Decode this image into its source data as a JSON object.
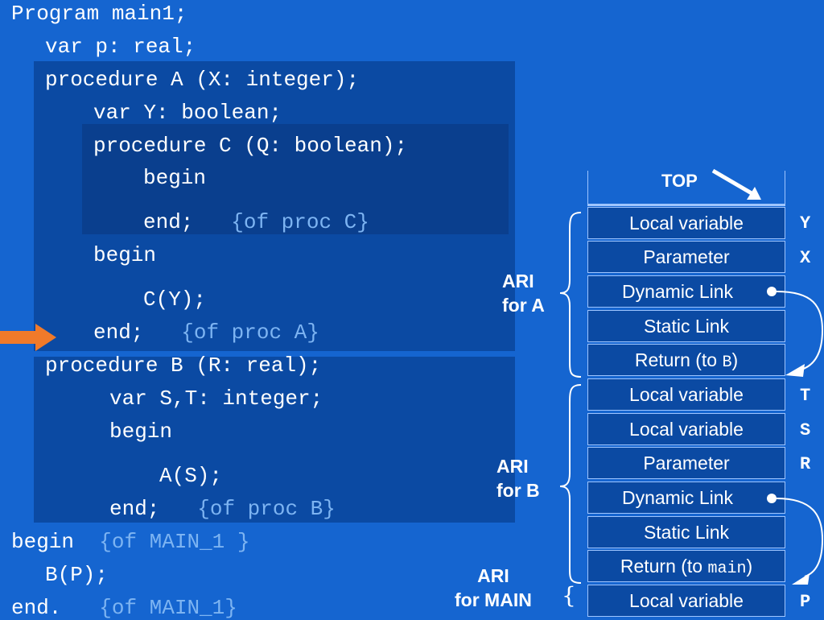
{
  "code": {
    "line1": "Program main1;",
    "line2": "var p: real;",
    "line3": "procedure A (X: integer);",
    "line4": "var Y: boolean;",
    "line5": "procedure C (Q: boolean);",
    "line6": "begin",
    "line7": "end;",
    "line7_comment": "{of proc C}",
    "line8": "begin",
    "line9": "C(Y);",
    "line10": "end;",
    "line10_comment": "{of proc A}",
    "line11": "procedure B (R: real);",
    "line12": "var S,T: integer;",
    "line13": "begin",
    "line14": "A(S);",
    "line15": "end;",
    "line15_comment": "{of proc B}",
    "line16": "begin",
    "line16_comment": "{of MAIN_1 }",
    "line17": "B(P);",
    "line18": "end.",
    "line18_comment": "{of MAIN_1}"
  },
  "stack": {
    "top_label": "TOP",
    "cells": [
      {
        "text": "Local variable",
        "side": "Y"
      },
      {
        "text": "Parameter",
        "side": "X"
      },
      {
        "text": "Dynamic Link",
        "side": ""
      },
      {
        "text": "Static Link",
        "side": ""
      },
      {
        "text_prefix": "Return (to ",
        "text_mono": "B",
        "text_suffix": ")",
        "side": ""
      },
      {
        "text": "Local variable",
        "side": "T"
      },
      {
        "text": "Local variable",
        "side": "S"
      },
      {
        "text": "Parameter",
        "side": "R"
      },
      {
        "text": "Dynamic Link",
        "side": ""
      },
      {
        "text": "Static Link",
        "side": ""
      },
      {
        "text_prefix": "Return (to ",
        "text_mono": "main",
        "text_suffix": ")",
        "side": ""
      },
      {
        "text": "Local variable",
        "side": "P"
      }
    ],
    "ari_a": {
      "line1": "ARI",
      "line2": "for A"
    },
    "ari_b": {
      "line1": "ARI",
      "line2": "for B"
    },
    "ari_main": {
      "line1": "ARI",
      "line2": "for MAIN",
      "brace": "{"
    }
  },
  "colors": {
    "background": "#1565d0",
    "block": "#0b4aa3",
    "inner_block": "#0a3f8e",
    "comment": "#7db4f2",
    "current_line_arrow": "#f07a2a"
  }
}
